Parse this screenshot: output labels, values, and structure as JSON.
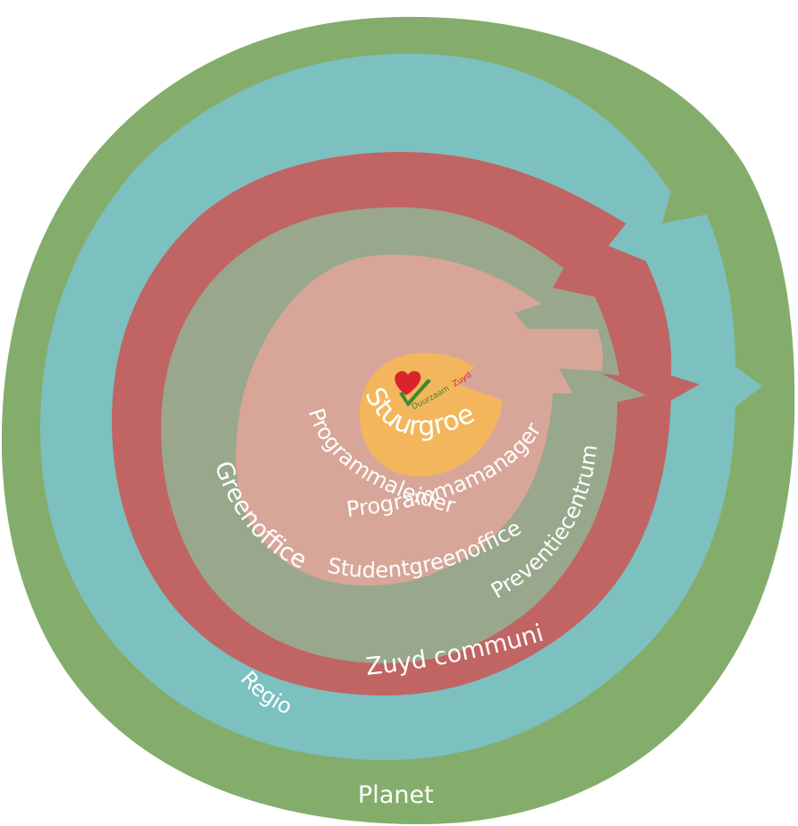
{
  "rings": {
    "planet": {
      "label": "Planet",
      "color": "#84ad6c"
    },
    "regio": {
      "label": "Regio",
      "color": "#7cc0c0"
    },
    "community": {
      "label": "Zuyd community",
      "color": "#c06563"
    },
    "offices": {
      "color": "#99a88c",
      "labels": {
        "greenoffice": "Greenoffice",
        "studentgreenoffice": "Studentgreenoffice",
        "preventiecentrum": "Preventiecentrum"
      }
    },
    "management": {
      "color": "#d8a698",
      "labels": {
        "programmaleider": "Programmaleider",
        "programmamanagers": "Programmamanagers"
      }
    },
    "core": {
      "label": "Stuurgroep",
      "color": "#f4b65c"
    }
  },
  "logo": {
    "word1": "Duurzaam",
    "word2": "Zuyd",
    "heart_color": "#d9242b",
    "check_color": "#3a8a2e",
    "word1_color": "#3a8a2e",
    "word2_color": "#d9242b"
  }
}
